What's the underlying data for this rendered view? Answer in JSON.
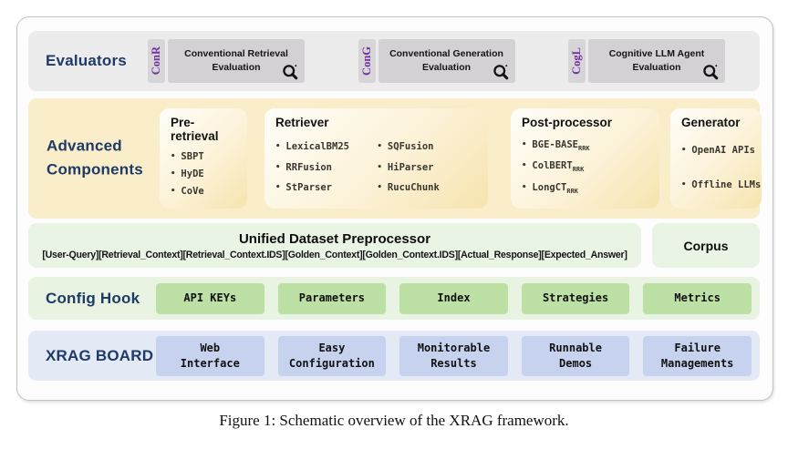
{
  "caption": "Figure 1: Schematic overview of the XRAG framework.",
  "colors": {
    "navy_label": "#1e3a66",
    "purple_tag": "#7030a0",
    "evaluator_row_bg": "#ececec",
    "evaluator_box_bg": "#d3d1d3",
    "advanced_row_bg": "#f9edca",
    "preprocessor_bg": "#eaf4e5",
    "config_row_bg": "#e8f3e1",
    "config_box_bg": "#bde0a5",
    "board_row_bg": "#e4e9f6",
    "board_box_bg": "#c6d2ee"
  },
  "evaluators": {
    "label": "Evaluators",
    "groups": [
      {
        "tag": "ConR",
        "line1": "Conventional Retrieval",
        "line2": "Evaluation"
      },
      {
        "tag": "ConG",
        "line1": "Conventional Generation",
        "line2": "Evaluation"
      },
      {
        "tag": "CogL",
        "line1": "Cognitive LLM Agent",
        "line2": "Evaluation"
      }
    ]
  },
  "advanced": {
    "label_line1": "Advanced",
    "label_line2": "Components",
    "pre_retrieval": {
      "title": "Pre-retrieval",
      "items": [
        "SBPT",
        "HyDE",
        "CoVe"
      ]
    },
    "retriever": {
      "title": "Retriever",
      "col1": [
        "LexicalBM25",
        "RRFusion",
        "StParser"
      ],
      "col2": [
        "SQFusion",
        "HiParser",
        "RucuChunk"
      ]
    },
    "post_processor": {
      "title": "Post-processor",
      "items": [
        {
          "base": "BGE-BASE",
          "sub": "RRK"
        },
        {
          "base": "ColBERT",
          "sub": "RRK"
        },
        {
          "base": "LongCT",
          "sub": "RRK"
        }
      ]
    },
    "generator": {
      "title": "Generator",
      "items": [
        "OpenAI APIs",
        "Offline LLMs"
      ]
    }
  },
  "preprocessor": {
    "title": "Unified Dataset Preprocessor",
    "schema": "[User-Query][Retrieval_Context][Retrieval_Context.IDS][Golden_Context][Golden_Context.IDS][Actual_Response][Expected_Answer]"
  },
  "corpus": {
    "label": "Corpus"
  },
  "config_hook": {
    "label": "Config Hook",
    "items": [
      "API KEYs",
      "Parameters",
      "Index",
      "Strategies",
      "Metrics"
    ]
  },
  "xrag_board": {
    "label": "XRAG BOARD",
    "items": [
      {
        "line1": "Web",
        "line2": "Interface"
      },
      {
        "line1": "Easy",
        "line2": "Configuration"
      },
      {
        "line1": "Monitorable",
        "line2": "Results"
      },
      {
        "line1": "Runnable",
        "line2": "Demos"
      },
      {
        "line1": "Failure",
        "line2": "Managements"
      }
    ]
  }
}
